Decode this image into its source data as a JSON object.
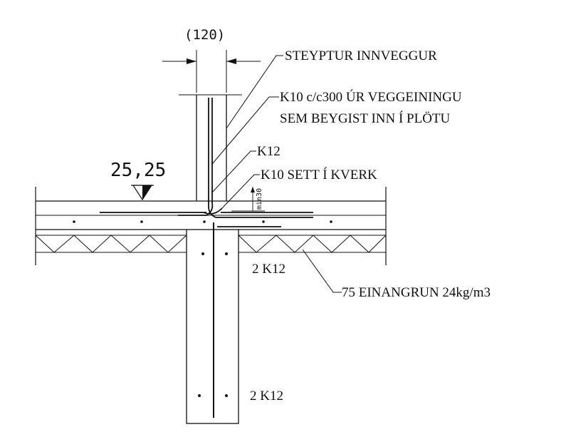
{
  "dimension_top": "(120)",
  "level_mark": "25,25",
  "min_cover": "min30",
  "labels": {
    "wall": "STEYPTUR INNVEGGUR",
    "dowel_line1": "K10 c/c300 ÚR VEGGEININGU",
    "dowel_line2": "SEM BEYGIST INN Í PLÖTU",
    "k12": "K12",
    "corner_bar": "K10 SETT Í KVERK",
    "footing_top_bars": "2 K12",
    "insulation": "75 EINANGRUN 24kg/m3",
    "footing_bottom_bars": "2 K12"
  },
  "colors": {
    "ink": "#111111",
    "concrete_fill": "#d9d9d9"
  }
}
